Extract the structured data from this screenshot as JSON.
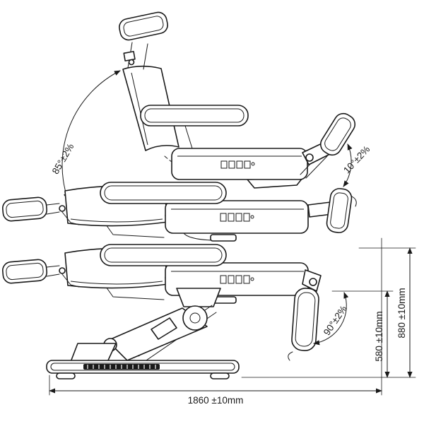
{
  "drawing": {
    "subject": "reclining-treatment-chair-three-position-side-view",
    "angles": {
      "backrest": "85°±2%",
      "legrest": "10°±2%",
      "footrest": "90°±2%"
    },
    "dimensions": {
      "min_height": "580 ±10mm",
      "max_height": "880 ±10mm",
      "length": "1860 ±10mm"
    },
    "colors": {
      "line": "#1a1a1a",
      "background": "#ffffff"
    }
  }
}
